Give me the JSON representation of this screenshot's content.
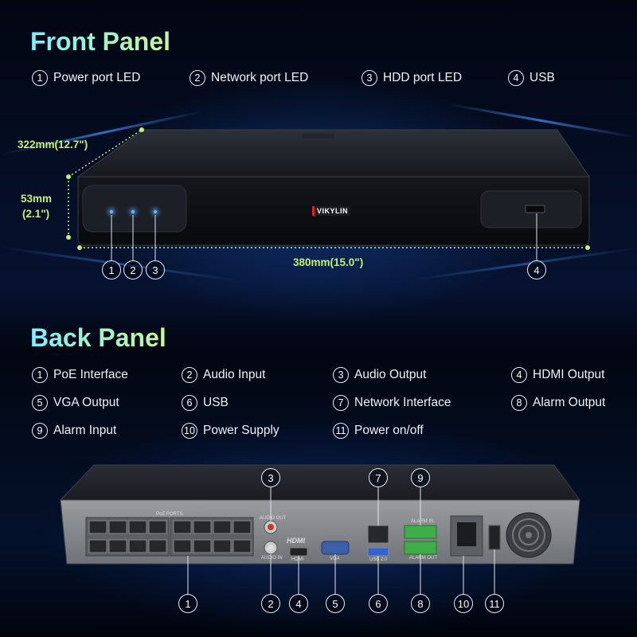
{
  "front": {
    "title": "Front Panel",
    "items": [
      {
        "num": "1",
        "label": "Power port LED"
      },
      {
        "num": "2",
        "label": "Network port LED"
      },
      {
        "num": "3",
        "label": "HDD port LED"
      },
      {
        "num": "4",
        "label": "USB"
      }
    ],
    "dims": {
      "depth": "322mm(12.7\")",
      "height_top": "53mm",
      "height_bottom": "(2.1\")",
      "width": "380mm(15.0\")"
    },
    "callouts": [
      "1",
      "2",
      "3",
      "4"
    ],
    "logo": "VIKYLIN"
  },
  "back": {
    "title": "Back Panel",
    "items": [
      {
        "num": "1",
        "label": "PoE Interface"
      },
      {
        "num": "2",
        "label": "Audio Input"
      },
      {
        "num": "3",
        "label": "Audio Output"
      },
      {
        "num": "4",
        "label": "HDMI Output"
      },
      {
        "num": "5",
        "label": "VGA Output"
      },
      {
        "num": "6",
        "label": "USB"
      },
      {
        "num": "7",
        "label": "Network Interface"
      },
      {
        "num": "8",
        "label": "Alarm Output"
      },
      {
        "num": "9",
        "label": "Alarm  Input"
      },
      {
        "num": "10",
        "label": "Power Supply"
      },
      {
        "num": "11",
        "label": "Power on/off"
      }
    ],
    "callouts": [
      "1",
      "2",
      "3",
      "4",
      "5",
      "6",
      "7",
      "8",
      "9",
      "10",
      "11"
    ],
    "port_labels": {
      "poe": "PoE PORTS",
      "hdmi_logo": "HDMI",
      "hdmi": "HDMI",
      "vga": "VGA",
      "usb": "USB 2.0",
      "audio_out": "AUDIO OUT",
      "audio_in": "AUDIO IN",
      "alarm_in": "ALARM IN",
      "alarm_out": "ALARM OUT"
    }
  },
  "colors": {
    "title_gradient_start": "#7df0ff",
    "title_gradient_end": "#c8f59a",
    "dimension": "#c7f06d",
    "led": "#6ab8ff"
  }
}
